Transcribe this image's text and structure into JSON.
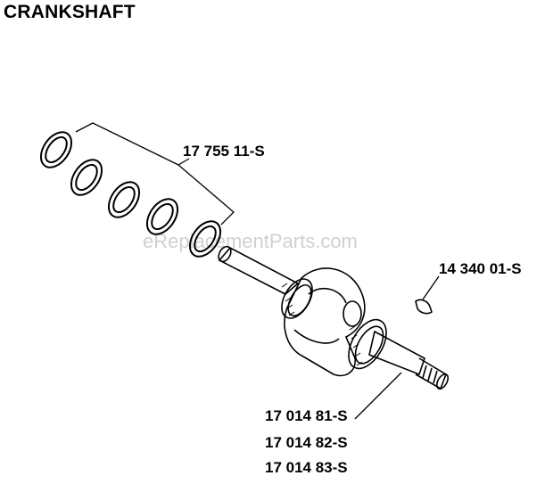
{
  "title": "CRANKSHAFT",
  "watermark": "eReplacementParts.com",
  "parts": {
    "rings": "17 755 11-S",
    "key": "14 340 01-S",
    "crankshaft_1": "17 014 81-S",
    "crankshaft_2": "17 014 82-S",
    "crankshaft_3": "17 014 83-S"
  }
}
